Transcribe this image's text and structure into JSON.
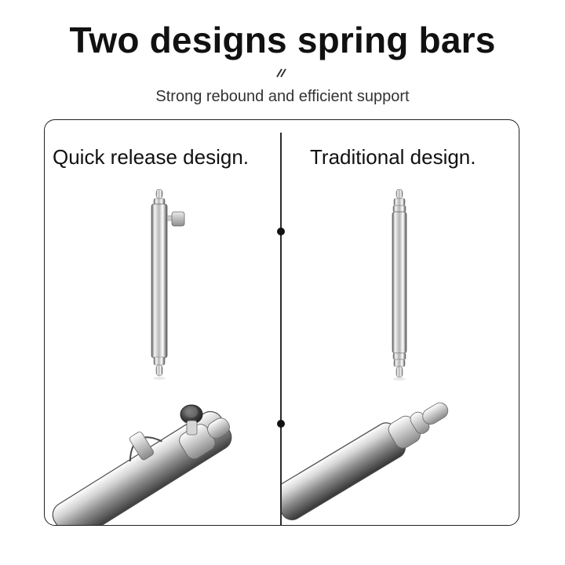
{
  "header": {
    "title": "Two designs spring bars",
    "subtitle": "Strong rebound and efficient support"
  },
  "comparison": {
    "left": {
      "heading": "Quick release design."
    },
    "right": {
      "heading": "Traditional design."
    }
  },
  "icons": {
    "title_mark": "double-slash-icon",
    "quick_release_bar": "quick-release-spring-bar-illustration",
    "traditional_bar": "traditional-spring-bar-illustration"
  },
  "colors": {
    "text": "#111111",
    "border": "#222222",
    "metal_light": "#f2f2f2",
    "metal_mid": "#a7a7a7",
    "metal_dark": "#3d3d3d"
  }
}
